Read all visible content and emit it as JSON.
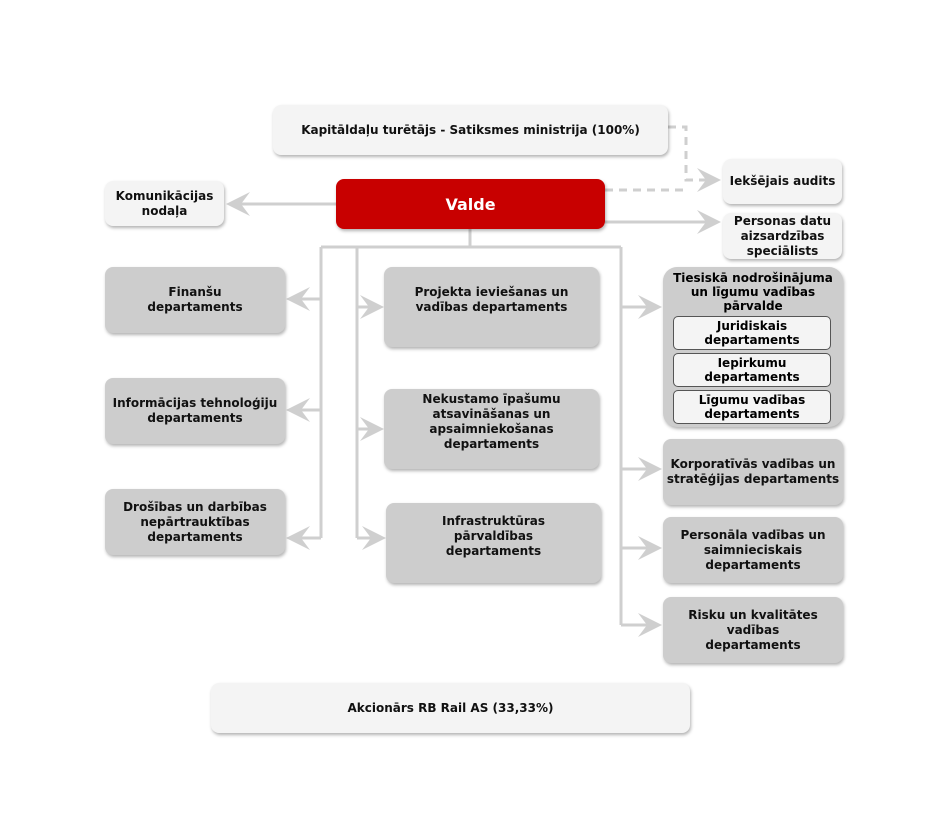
{
  "shareholder_ministry": "Kapitāldaļu turētājs - Satiksmes ministrija (100%)",
  "board": "Valde",
  "communications": "Komunikācijas nodaļa",
  "internal_audit": "Iekšējais audits",
  "data_protection": "Personas datu aizsardzības speciālists",
  "left_departments": [
    "Finanšu departaments",
    "Informācijas tehnoloģiju departaments",
    "Drošības un darbības nepārtrauktības departaments"
  ],
  "middle_departments": [
    "Projekta ieviešanas un vadības departaments",
    "Nekustamo īpašumu atsavināšanas un apsaimniekošanas departaments",
    "Infrastruktūras pārvaldības departaments"
  ],
  "legal_group": {
    "title": "Tiesiskā nodrošinājuma un līgumu vadības pārvalde",
    "units": [
      "Juridiskais departaments",
      "Iepirkumu departaments",
      "Līgumu vadības departaments"
    ]
  },
  "right_departments": [
    "Korporatīvās vadības un stratēģijas departaments",
    "Personāla vadības un saimnieciskais departaments",
    "Risku un kvalitātes vadības departaments"
  ],
  "shareholder_rbrail": "Akcionārs RB Rail AS (33,33%)",
  "colors": {
    "board": "#c80000",
    "dept": "#cdcdcd",
    "light": "#f4f4f4",
    "line": "#cfcfcf"
  }
}
